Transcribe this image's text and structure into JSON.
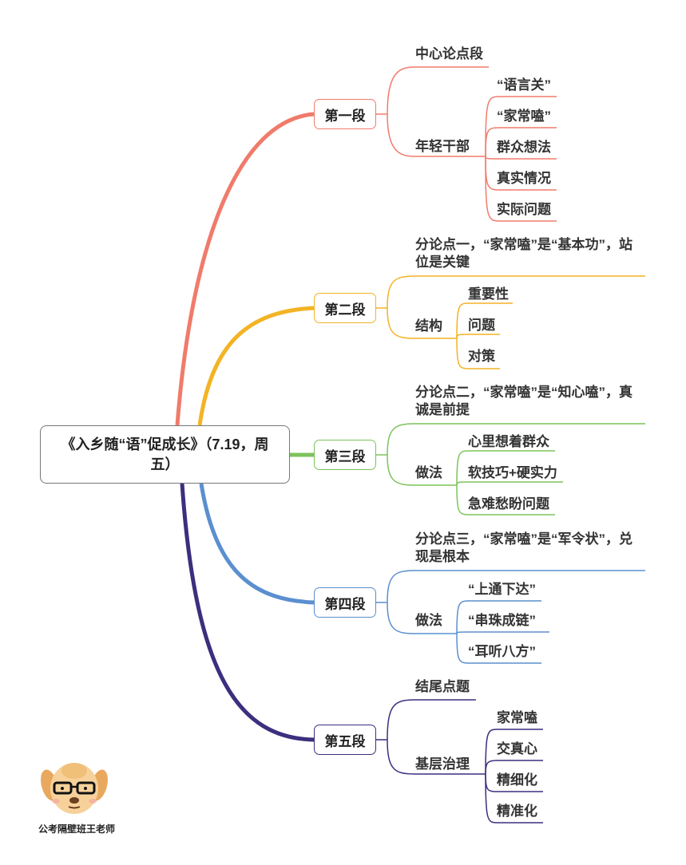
{
  "root": {
    "title": "《入乡随“语”促成长》（7.19，周五）"
  },
  "branches": [
    {
      "label": "第一段",
      "color": "#f07b6b",
      "children": [
        {
          "label": "中心论点段"
        },
        {
          "label": "年轻干部",
          "children": [
            "“语言关”",
            "“家常嗑”",
            "群众想法",
            "真实情况",
            "实际问题"
          ]
        }
      ]
    },
    {
      "label": "第二段",
      "color": "#f3b324",
      "children": [
        {
          "label": "分论点一，“家常嗑”是“基本功”，站位是关键"
        },
        {
          "label": "结构",
          "children": [
            "重要性",
            "问题",
            "对策"
          ]
        }
      ]
    },
    {
      "label": "第三段",
      "color": "#7cc35c",
      "children": [
        {
          "label": "分论点二，“家常嗑”是“知心嗑”，真诚是前提"
        },
        {
          "label": "做法",
          "children": [
            "心里想着群众",
            "软技巧+硬实力",
            "急难愁盼问题"
          ]
        }
      ]
    },
    {
      "label": "第四段",
      "color": "#5b8fcf",
      "children": [
        {
          "label": "分论点三，“家常嗑”是“军令状”，兑现是根本"
        },
        {
          "label": "做法",
          "children": [
            "“上通下达”",
            "“串珠成链”",
            "“耳听八方”"
          ]
        }
      ]
    },
    {
      "label": "第五段",
      "color": "#3b2f7e",
      "children": [
        {
          "label": "结尾点题"
        },
        {
          "label": "基层治理",
          "children": [
            "家常嗑",
            "交真心",
            "精细化",
            "精准化"
          ]
        }
      ]
    }
  ],
  "watermark": {
    "text": "公考隔壁班王老师",
    "icon": "dog-mascot-icon"
  }
}
